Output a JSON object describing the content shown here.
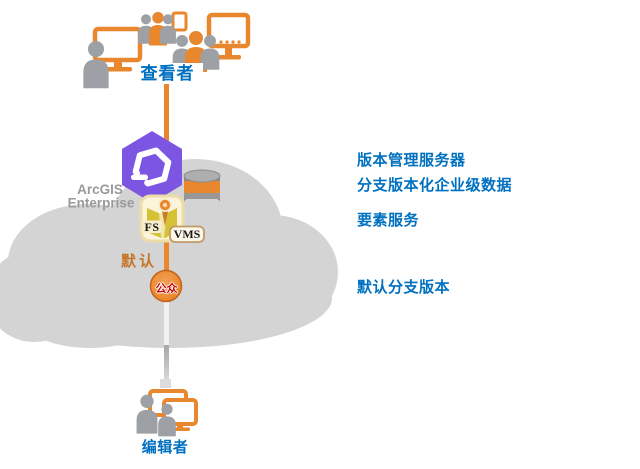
{
  "diagram": {
    "viewers_label": "查看者",
    "editors_label": "编辑者",
    "platform": {
      "line1": "ArcGIS",
      "line2": "Enterprise"
    },
    "default_label": "默认",
    "public_label": "公众",
    "fs_label": "FS",
    "vms_label": "VMS"
  },
  "annotations": {
    "version_server": "版本管理服务器",
    "branch_data": "分支版本化企业级数据",
    "feature_service": "要素服务",
    "default_branch": "默认分支版本"
  },
  "colors": {
    "orange": "#E8872E",
    "purple": "#7D55E3",
    "annotation_blue": "#0070C0",
    "person_gray": "#9DA0A4",
    "cloud_gray": "#D4D4D4",
    "platform_text_gray": "#9A9A9A",
    "public_text_red": "#C00000",
    "default_text_orange": "#C4762B",
    "map_yellow": "#D5C136"
  }
}
